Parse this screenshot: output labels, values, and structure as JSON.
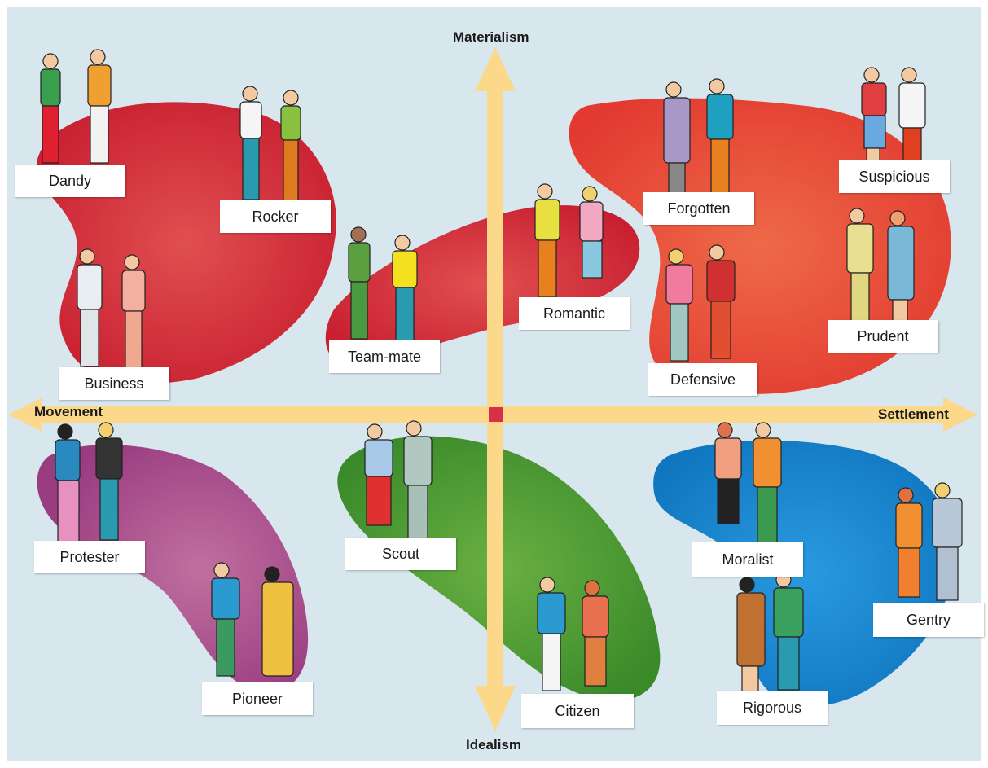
{
  "axes": {
    "top": "Materialism",
    "bottom": "Idealism",
    "left": "Movement",
    "right": "Settlement"
  },
  "colors": {
    "background": "#d8e6ee",
    "arrow": "#fbd88a",
    "center": "#d83048",
    "red_zone": "#d8303a",
    "orange_red_zone": "#e5443a",
    "purple_zone": "#a84a8a",
    "green_zone": "#4a9a32",
    "blue_zone": "#1a8ad0"
  },
  "types": [
    {
      "label": "Dandy"
    },
    {
      "label": "Rocker"
    },
    {
      "label": "Business"
    },
    {
      "label": "Team-mate"
    },
    {
      "label": "Romantic"
    },
    {
      "label": "Forgotten"
    },
    {
      "label": "Suspicious"
    },
    {
      "label": "Defensive"
    },
    {
      "label": "Prudent"
    },
    {
      "label": "Protester"
    },
    {
      "label": "Pioneer"
    },
    {
      "label": "Scout"
    },
    {
      "label": "Citizen"
    },
    {
      "label": "Moralist"
    },
    {
      "label": "Rigorous"
    },
    {
      "label": "Gentry"
    }
  ]
}
